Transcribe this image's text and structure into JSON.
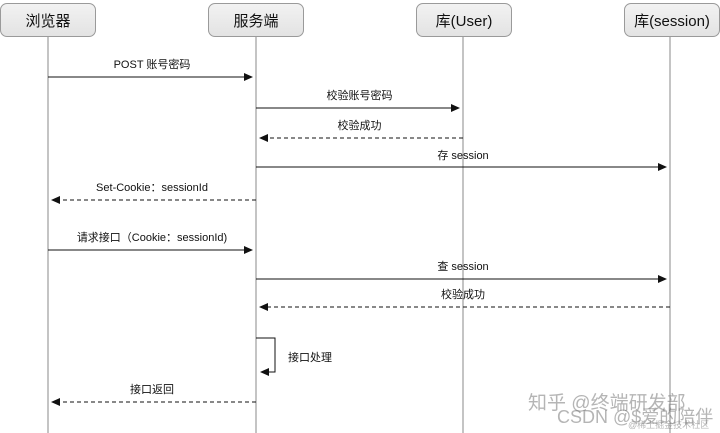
{
  "actors": [
    {
      "id": "browser",
      "label": "浏览器"
    },
    {
      "id": "server",
      "label": "服务端"
    },
    {
      "id": "user-db",
      "label": "库(User)"
    },
    {
      "id": "session-db",
      "label": "库(session)"
    }
  ],
  "messages": [
    {
      "id": "post-credentials",
      "from": "browser",
      "to": "server",
      "label": "POST 账号密码",
      "style": "solid"
    },
    {
      "id": "verify-credentials",
      "from": "server",
      "to": "user-db",
      "label": "校验账号密码",
      "style": "solid"
    },
    {
      "id": "verify-success-1",
      "from": "user-db",
      "to": "server",
      "label": "校验成功",
      "style": "dashed"
    },
    {
      "id": "store-session",
      "from": "server",
      "to": "session-db",
      "label": "存 session",
      "style": "solid"
    },
    {
      "id": "set-cookie",
      "from": "server",
      "to": "browser",
      "label": "Set-Cookie：sessionId",
      "style": "dashed"
    },
    {
      "id": "request-api",
      "from": "browser",
      "to": "server",
      "label": "请求接口（Cookie：sessionId)",
      "style": "solid"
    },
    {
      "id": "query-session",
      "from": "server",
      "to": "session-db",
      "label": "查 session",
      "style": "solid"
    },
    {
      "id": "verify-success-2",
      "from": "session-db",
      "to": "server",
      "label": "校验成功",
      "style": "dashed"
    },
    {
      "id": "process-api",
      "from": "server",
      "to": "server",
      "label": "接口处理",
      "style": "self"
    },
    {
      "id": "api-return",
      "from": "server",
      "to": "browser",
      "label": "接口返回",
      "style": "dashed"
    }
  ],
  "watermark": {
    "line1": "知乎 @终端研发部",
    "line2": "CSDN @$爱的陪伴",
    "line3": "@稀土掘金技术社区"
  },
  "colors": {
    "line": "#111111",
    "lifeline": "#888888",
    "box_border": "#9a9a9a"
  }
}
